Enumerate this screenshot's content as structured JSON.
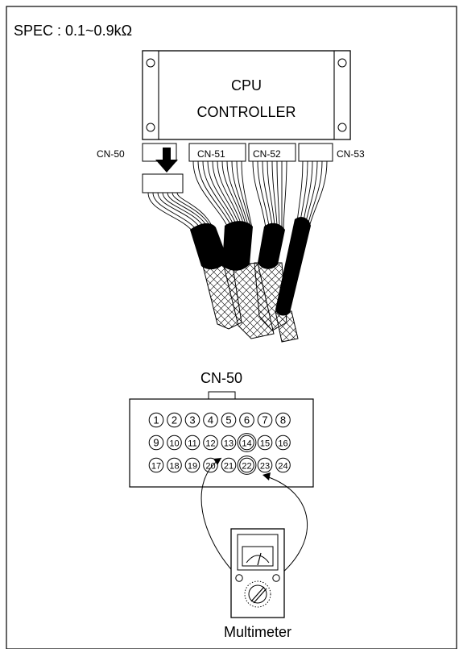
{
  "spec": {
    "label": "SPEC : 0.1~0.9kΩ"
  },
  "controller": {
    "line1": "CPU",
    "line2": "CONTROLLER"
  },
  "connectors": {
    "cn50": "CN-50",
    "cn51": "CN-51",
    "cn52": "CN-52",
    "cn53": "CN-53"
  },
  "detail": {
    "title": "CN-50",
    "pins": [
      "1",
      "2",
      "3",
      "4",
      "5",
      "6",
      "7",
      "8",
      "9",
      "10",
      "11",
      "12",
      "13",
      "14",
      "15",
      "16",
      "17",
      "18",
      "19",
      "20",
      "21",
      "22",
      "23",
      "24"
    ],
    "probed_pins": [
      "14",
      "22"
    ]
  },
  "meter": {
    "label": "Multimeter"
  }
}
